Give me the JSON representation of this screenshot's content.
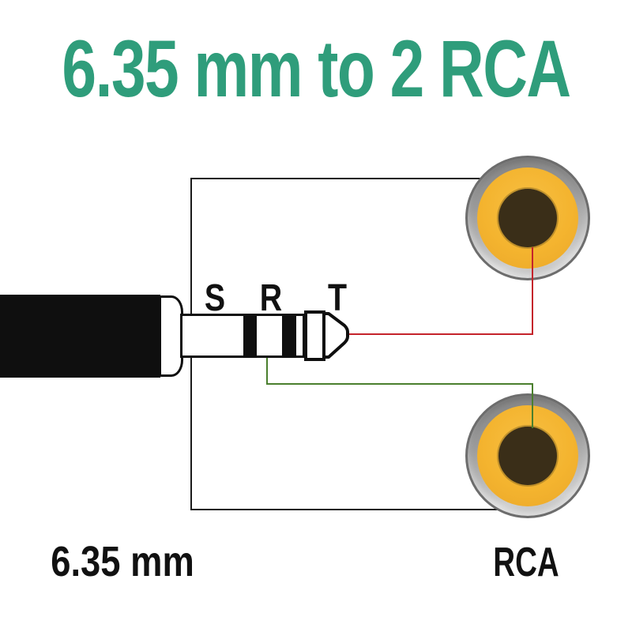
{
  "title": {
    "text": "6.35 mm to 2 RCA"
  },
  "plug": {
    "caption": "6.35 mm",
    "terminals": {
      "sleeve": "S",
      "ring": "R",
      "tip": "T"
    }
  },
  "rca": {
    "caption": "RCA",
    "connector_count": 2
  },
  "connections": [
    {
      "wire": "shield",
      "color_key": "wire_black",
      "from": "sleeve (S)",
      "to": "both RCA outer shields"
    },
    {
      "wire": "tip",
      "color_key": "wire_red",
      "from": "tip (T)",
      "to": "top RCA center pin"
    },
    {
      "wire": "ring",
      "color_key": "wire_green",
      "from": "ring (R)",
      "to": "bottom RCA center pin"
    }
  ],
  "palette": {
    "title_green": "#2f9d7b",
    "label_black": "#111111",
    "wire_black": "#1a1a1a",
    "wire_red": "#c4232b",
    "wire_green": "#4a7f2e",
    "rca_yellow": "#f4b42f",
    "rca_center_brown": "#3a2e18",
    "plug_black": "#0f0f0f"
  }
}
